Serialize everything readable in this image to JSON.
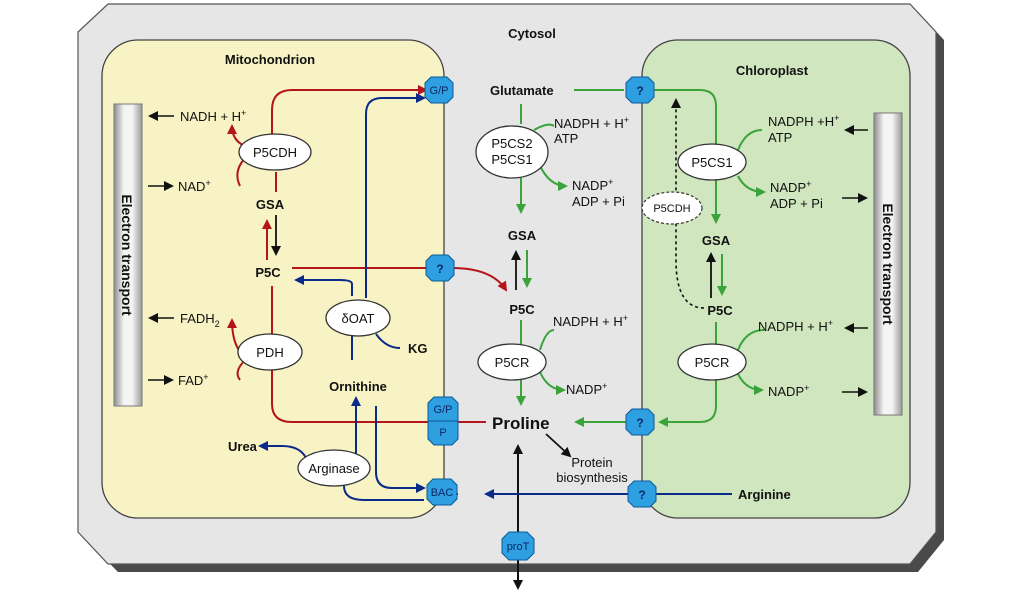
{
  "compartments": {
    "cytosol": "Cytosol",
    "mitochondrion": "Mitochondrion",
    "chloroplast": "Chloroplast"
  },
  "electron_transport": "Electron transport",
  "mito": {
    "nadh": "NADH + H",
    "nadh_sup": "+",
    "nad": "NAD",
    "nad_sup": "+",
    "fadh": "FADH",
    "fadh_sub": "2",
    "fad": "FAD",
    "fad_sup": "+",
    "gsa": "GSA",
    "p5c": "P5C",
    "p5cdh": "P5CDH",
    "pdh": "PDH",
    "doat": "δOAT",
    "kg": "KG",
    "ornithine": "Ornithine",
    "urea": "Urea",
    "arginase": "Arginase"
  },
  "cyto": {
    "glutamate": "Glutamate",
    "p5cs2": "P5CS2",
    "p5cs1": "P5CS1",
    "nadph_h": "NADPH + H",
    "nadph_h_sup": "+",
    "atp": "ATP",
    "nadp": "NADP",
    "nadp_sup": "+",
    "adp_pi": "ADP + Pi",
    "gsa": "GSA",
    "p5c": "P5C",
    "nadph_h2": "NADPH + H",
    "nadph_h2_sup": "+",
    "p5cr": "P5CR",
    "nadp2": "NADP",
    "nadp2_sup": "+",
    "proline": "Proline",
    "protein": "Protein",
    "biosynthesis": "biosynthesis"
  },
  "chloro": {
    "nadph_h": "NADPH +H",
    "nadph_h_sup": "+",
    "atp": "ATP",
    "p5cs1": "P5CS1",
    "nadp": "NADP",
    "nadp_sup": "+",
    "adp_pi": "ADP + Pi",
    "p5cdh": "P5CDH",
    "gsa": "GSA",
    "p5c": "P5C",
    "nadph_h2": "NADPH + H",
    "nadph_h2_sup": "+",
    "p5cr": "P5CR",
    "nadp2": "NADP",
    "nadp2_sup": "+",
    "arginine": "Arginine"
  },
  "transporters": {
    "gp_top": "G/P",
    "q_top": "?",
    "q_mid": "?",
    "gp_low": "G/P",
    "p_low": "P",
    "q_pro": "?",
    "bac": "BAC",
    "q_arg": "?",
    "prot": "proT"
  },
  "colors": {
    "mito_fill": "#f8f3c4",
    "chloro_fill": "#cfe6bf",
    "cytosol_fill": "#e6e6e6",
    "red_arrow": "#b5141b",
    "blue_arrow": "#0b2a8a",
    "green_arrow": "#3aa33a",
    "transporter": "#2e9fe0"
  }
}
